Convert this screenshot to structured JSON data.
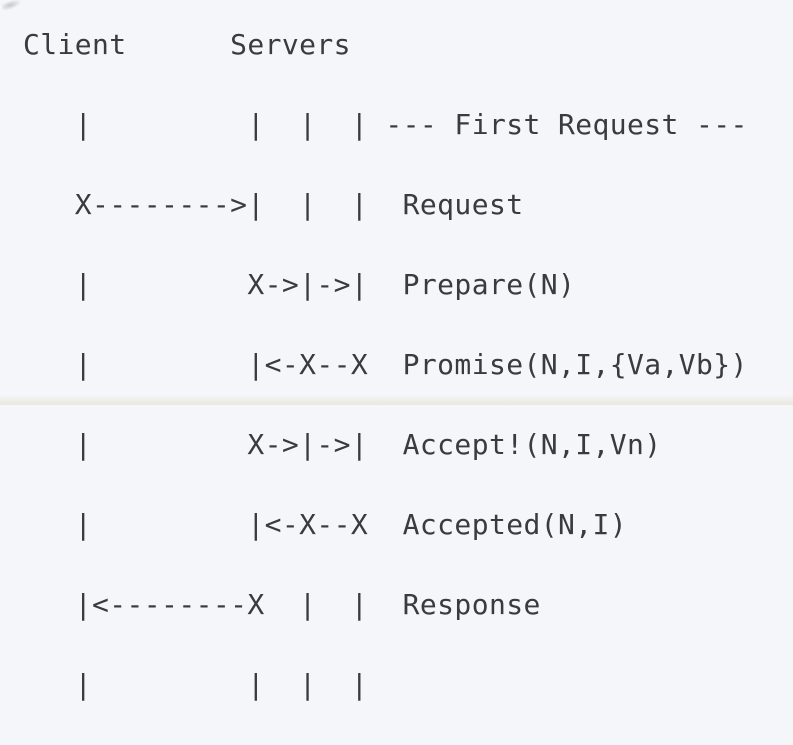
{
  "colors": {
    "background": "#f5f6f9",
    "text": "#383b40",
    "bottom_edge": "#eae8df"
  },
  "diagram": {
    "participants": [
      "Client",
      "Servers"
    ],
    "phase_header": "--- First Request ---",
    "message_labels": [
      "Request",
      "Prepare(N)",
      "Promise(N,I,{Va,Vb})",
      "Accept!(N,I,Vn)",
      "Accepted(N,I)",
      "Response"
    ],
    "lines": [
      "Client      Servers",
      "   |         |  |  | --- First Request ---",
      "   X-------->|  |  |  Request",
      "   |         X->|->|  Prepare(N)",
      "   |         |<-X--X  Promise(N,I,{Va,Vb})",
      "   |         X->|->|  Accept!(N,I,Vn)",
      "   |         |<-X--X  Accepted(N,I)",
      "   |<--------X  |  |  Response",
      "   |         |  |  |"
    ]
  }
}
